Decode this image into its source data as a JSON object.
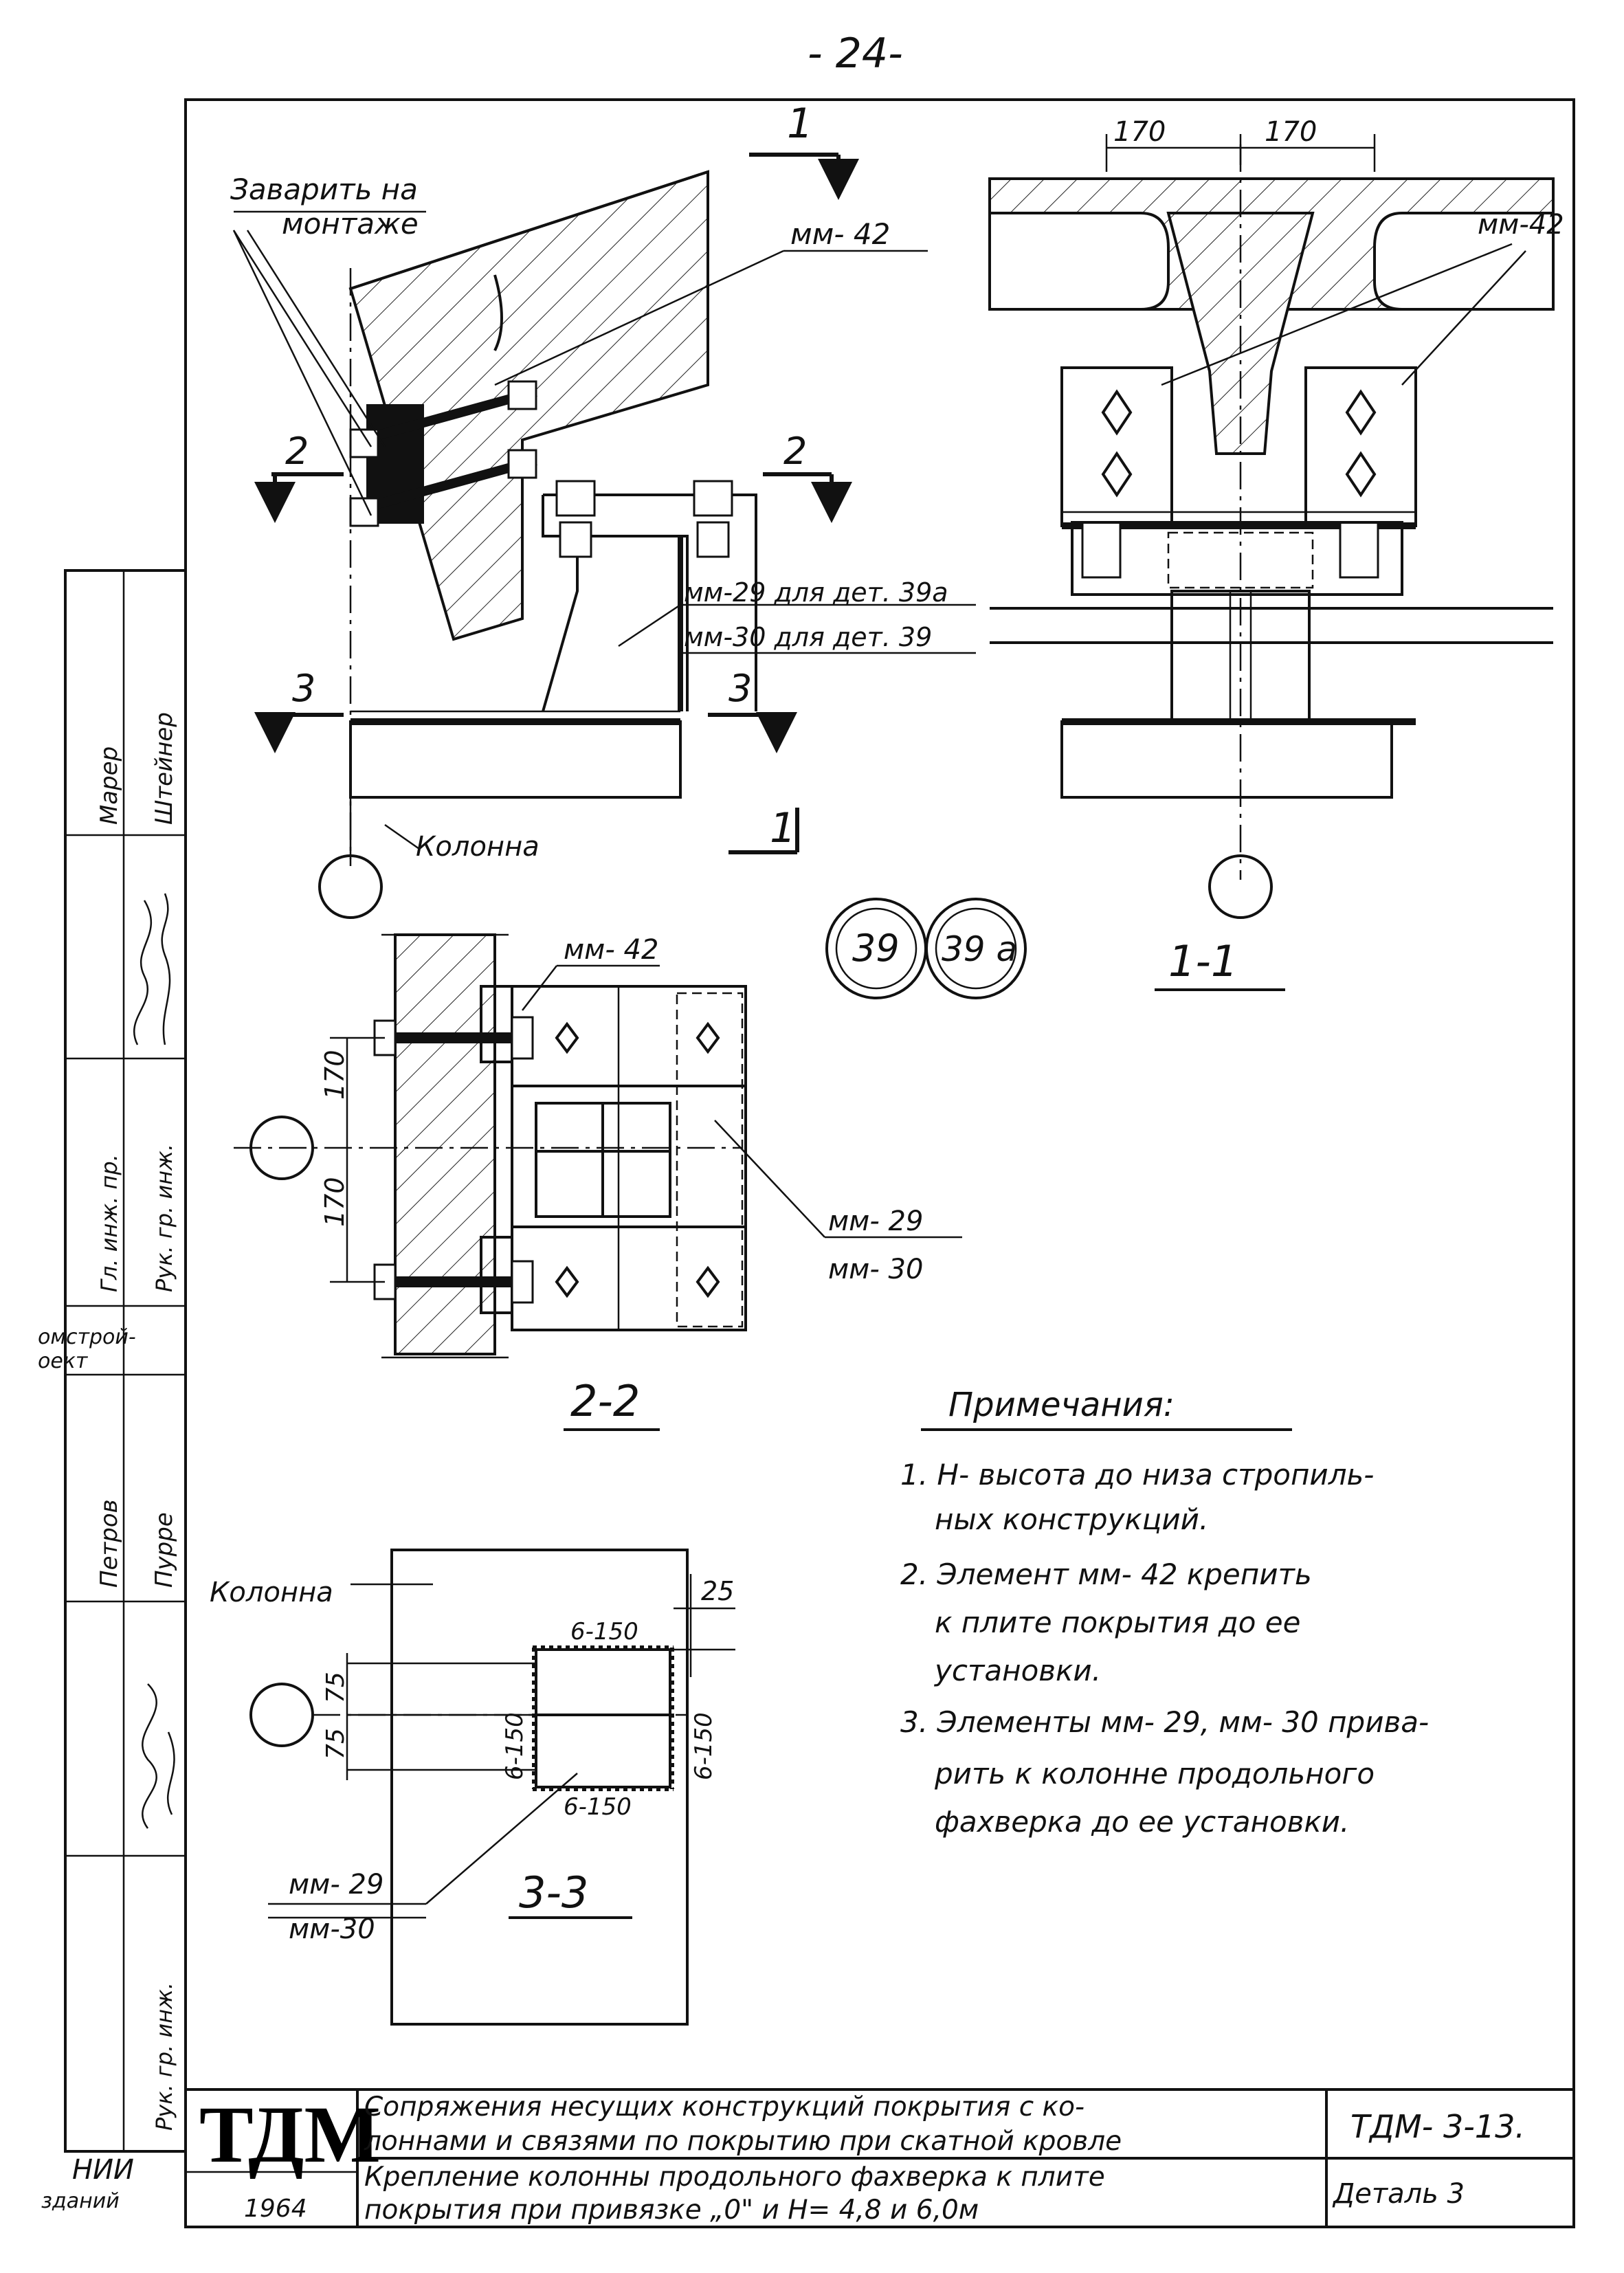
{
  "page_number": "- 24-",
  "callouts": {
    "weld_note_line1": "Заварить на",
    "weld_note_line2": "монтаже",
    "mm42": "мм- 42",
    "mm42_b": "мм-42",
    "mm42_c": "мм- 42",
    "mm29_for": "мм-29 для дет. 39а",
    "mm30_for": "мм-30 для дет. 39",
    "column_label": "Колонна",
    "column_label_33": "Колонна",
    "mm29": "мм- 29",
    "mm30": "мм- 30",
    "mm29_b": "мм- 29",
    "mm30_b": "мм-30"
  },
  "sections": {
    "cut1_top": "1",
    "cut1_bottom": "1",
    "cut2_left": "2",
    "cut2_right": "2",
    "cut3_left": "3",
    "cut3_right": "3",
    "title_11": "1-1",
    "title_22": "2-2",
    "title_33": "3-3"
  },
  "details": {
    "d39": "39",
    "d39a": "39 а"
  },
  "dimensions": {
    "d170_a": "170",
    "d170_b": "170",
    "d170_c": "170",
    "d170_d": "170",
    "d25": "25",
    "d75_a": "75",
    "d75_b": "75",
    "weld_top": "6-150",
    "weld_bottom": "6-150",
    "weld_left": "6-150",
    "weld_right": "6-150"
  },
  "notes": {
    "heading": "Примечания:",
    "items": [
      "1. Н- высота до низа стропиль-",
      "ных конструкций.",
      "2. Элемент мм- 42 крепить",
      "к плите покрытия до ее",
      "установки.",
      "3. Элементы мм- 29, мм- 30 прива-",
      "рить к колонне продольного",
      "фахверка до ее установки."
    ]
  },
  "side_stamp": {
    "org1": "омстрой-",
    "org2": "оект",
    "roles": [
      "Гл. инж. пр.",
      "Рук. гр. инж.",
      "Рук. гр. инж."
    ],
    "names": [
      "Марер",
      "Штейнер",
      "Петров",
      "Пурре"
    ]
  },
  "title_block": {
    "logo": "ТДМ",
    "year": "1964",
    "org": "НИИ",
    "org2": "зданий",
    "title_line1": "Сопряжения несущих конструкций покрытия с ко-",
    "title_line2": "лоннами и связями по покрытию при скатной кровле",
    "subtitle_line1": "Крепление колонны продольного фахверка к плите",
    "subtitle_line2": "покрытия при привязке „0\" и Н= 4,8 и 6,0м",
    "series": "ТДМ- 3-13.",
    "sheet_label": "Деталь 3"
  }
}
